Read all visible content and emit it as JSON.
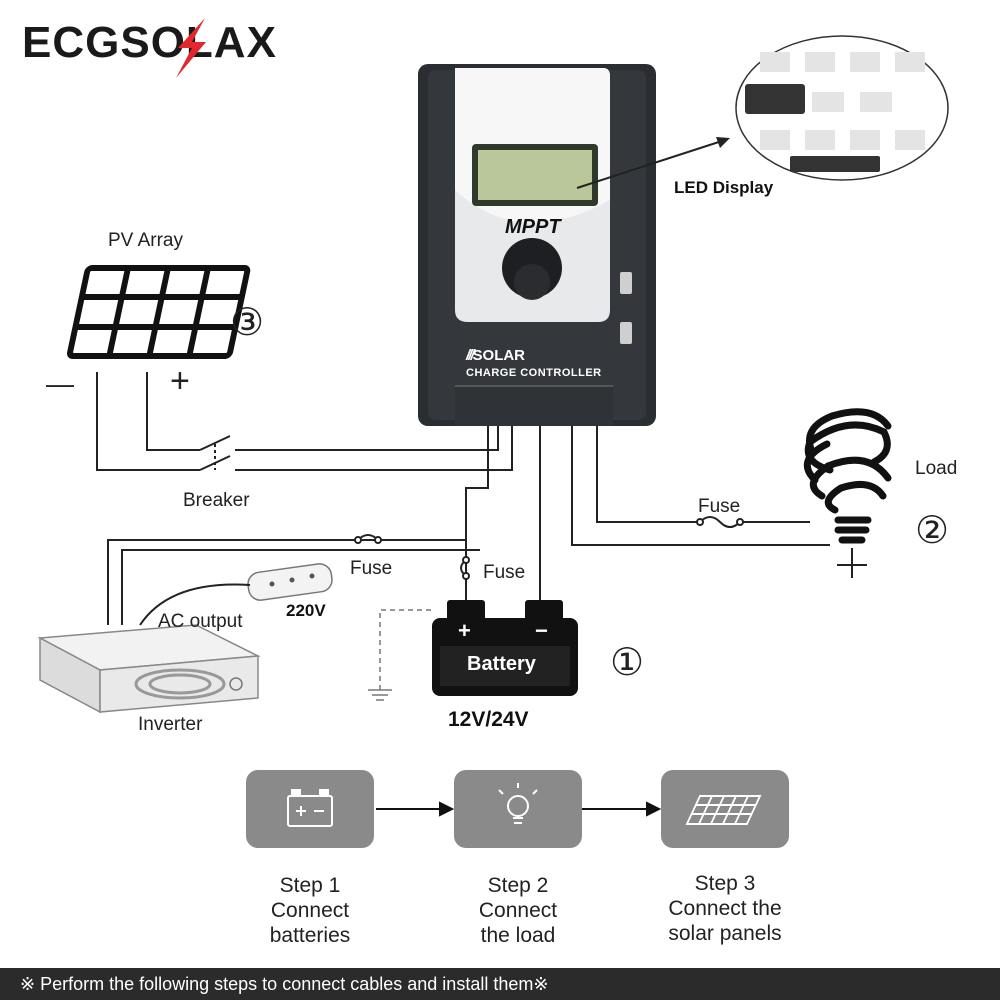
{
  "brand": {
    "logo_text": "ECGSOLAX",
    "accent": "#e0282e"
  },
  "controller": {
    "mppt_label": "MPPT",
    "solar_label": "SOLAR",
    "subtitle": "CHARGE CONTROLLER"
  },
  "labels": {
    "led_display": "LED Display",
    "pv_array": "PV Array",
    "breaker": "Breaker",
    "load": "Load",
    "fuse_load": "Fuse",
    "fuse_inverter": "Fuse",
    "fuse_battery": "Fuse",
    "ac_output": "AC output",
    "voltage_220": "220V",
    "battery": "Battery",
    "battery_voltage": "12V/24V",
    "inverter": "Inverter",
    "minus": "—",
    "plus": "+",
    "bat_plus": "+",
    "bat_minus": "−",
    "num_1": "①",
    "num_2": "②",
    "num_3": "③"
  },
  "steps": [
    {
      "line1": "Step 1",
      "line2": "Connect",
      "line3": "batteries",
      "icon": "battery-icon"
    },
    {
      "line1": "Step 2",
      "line2": "Connect",
      "line3": "the load",
      "icon": "bulb-icon"
    },
    {
      "line1": "Step 3",
      "line2": "Connect the",
      "line3": "solar panels",
      "icon": "solar-panel-icon"
    }
  ],
  "footer": {
    "text": "※ Perform the following steps to connect cables and install them※"
  }
}
